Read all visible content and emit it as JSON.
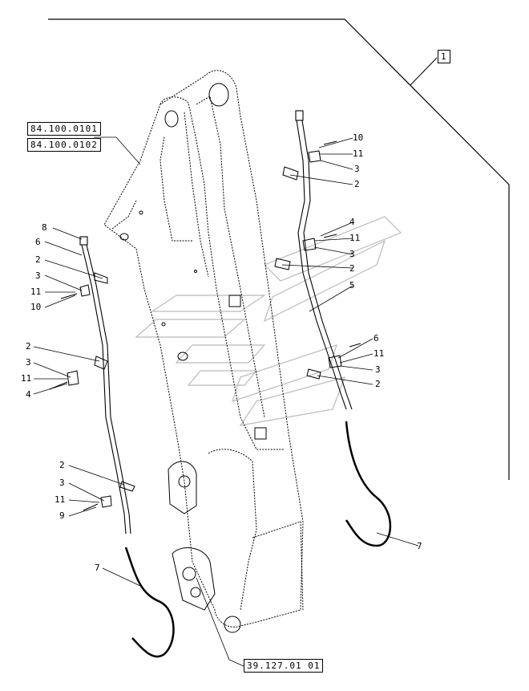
{
  "references": {
    "top": [
      "84.100.0101",
      "84.100.0102"
    ],
    "bottom": "39.127.01 01",
    "assembly": "1"
  },
  "callouts": {
    "left": [
      "8",
      "6",
      "2",
      "3",
      "11",
      "10",
      "2",
      "3",
      "11",
      "4",
      "2",
      "3",
      "11",
      "9",
      "7"
    ],
    "right": [
      "10",
      "11",
      "3",
      "2",
      "4",
      "11",
      "3",
      "2",
      "5",
      "6",
      "11",
      "3",
      "2",
      "7"
    ]
  }
}
